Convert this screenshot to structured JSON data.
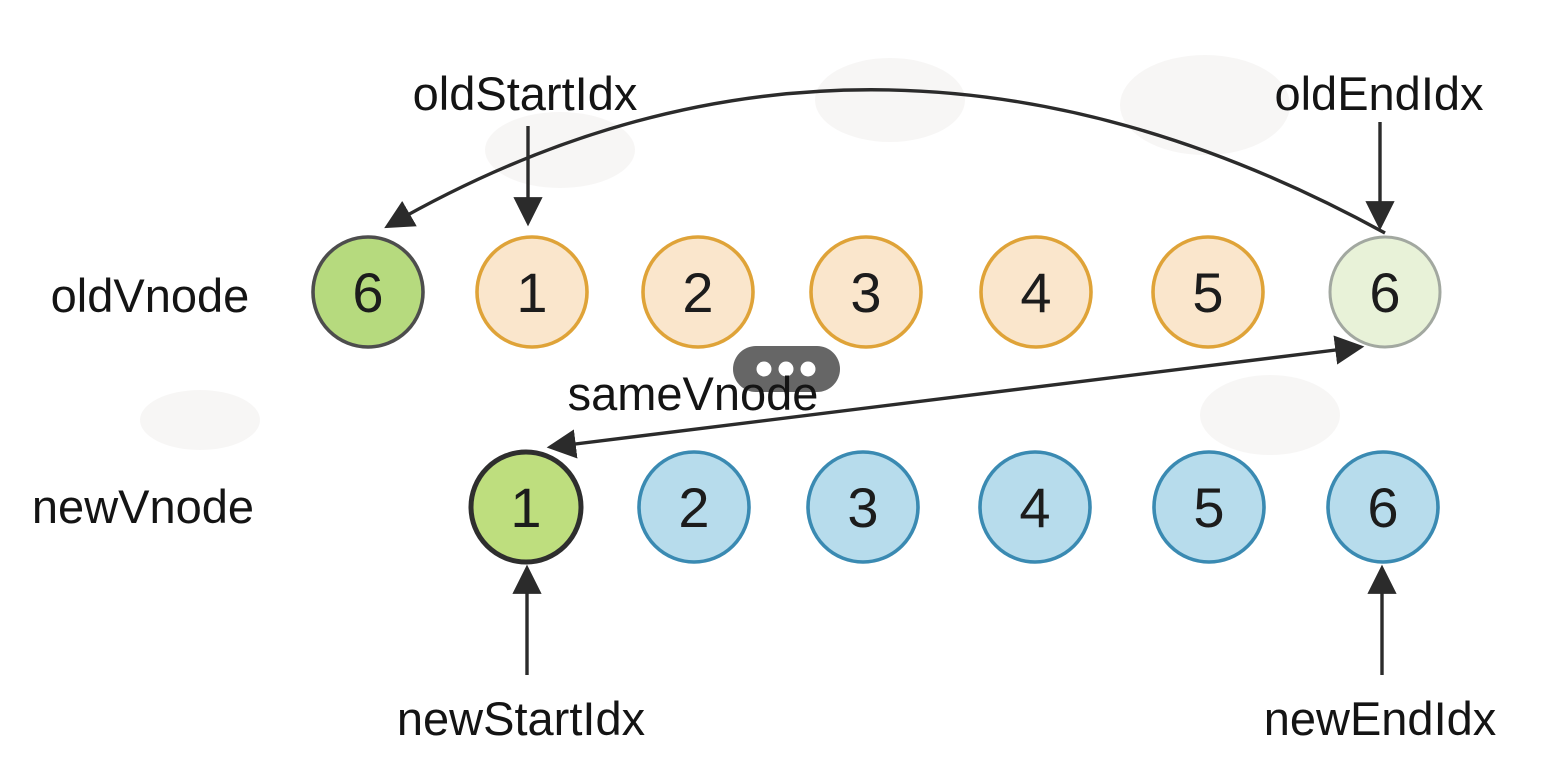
{
  "diagram": {
    "relation_label": "sameVnode",
    "pointers": {
      "old_start": "oldStartIdx",
      "old_end": "oldEndIdx",
      "new_start": "newStartIdx",
      "new_end": "newEndIdx"
    },
    "rows": {
      "old": {
        "label": "oldVnode",
        "nodes": [
          "6",
          "1",
          "2",
          "3",
          "4",
          "5",
          "6"
        ]
      },
      "new": {
        "label": "newVnode",
        "nodes": [
          "1",
          "2",
          "3",
          "4",
          "5",
          "6"
        ]
      }
    },
    "overlay_badge": {
      "kind": "ellipsis",
      "dot_count": 3
    }
  },
  "palette": {
    "bg": "#ffffff",
    "text": "#141414",
    "line": "#2b2b2b",
    "old_start_fill": "#b6da7e",
    "old_start_stroke": "#4d4d4d",
    "orange_fill": "#fae6cc",
    "orange_stroke": "#dfa338",
    "old_end_fill": "#e8f2d8",
    "old_end_stroke": "#a2a8a0",
    "new_start_fill": "#bede7e",
    "new_start_stroke": "#2e2e2e",
    "blue_fill": "#b7dcec",
    "blue_stroke": "#3a8ab2",
    "badge_bg": "#595959",
    "badge_dot": "#ffffff"
  }
}
